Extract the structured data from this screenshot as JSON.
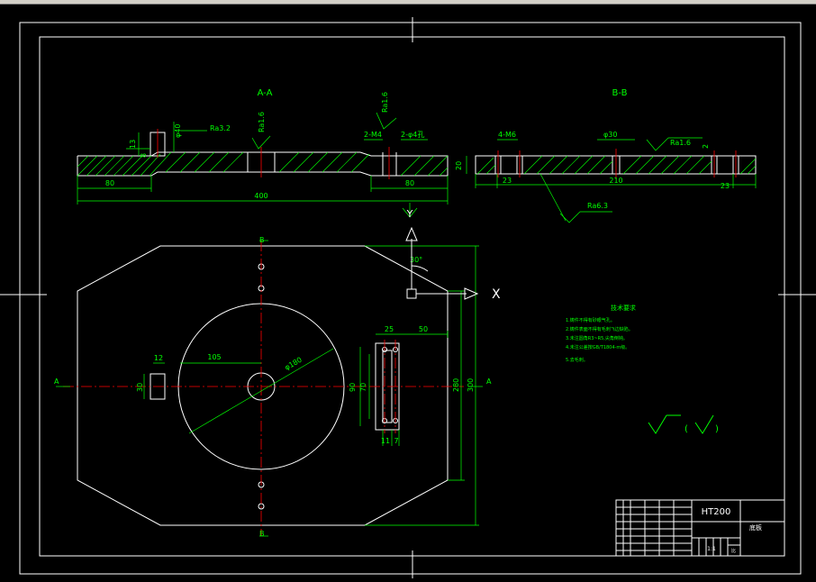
{
  "colors": {
    "background": "#000000",
    "geometry": "#ffffff",
    "dimension": "#00ff00",
    "centerline": "#ff0000",
    "hatch": "#00ff00"
  },
  "icons": {
    "ucs": "ucs-axis-icon",
    "roughness": "surface-roughness-symbol"
  },
  "views": {
    "section_aa": {
      "title": "A-A"
    },
    "section_bb": {
      "title": "B-B"
    }
  },
  "section_aa_dims": {
    "left_len": "80",
    "right_len": "80",
    "total_len": "400",
    "rough1": "Ra3.2",
    "rough2": "Ra1.6",
    "rough3": "Ra1.6",
    "hole_left": "2-M4",
    "hole_right": "2-φ4孔",
    "ht_13": "13",
    "ht_8": "8",
    "ht_20": "20",
    "ht_40": "φ40"
  },
  "section_bb_dims": {
    "hole": "4-M6",
    "dia": "φ30",
    "rough": "Ra1.6",
    "rough_bottom": "Ra6.3",
    "left": "23",
    "mid": "210",
    "right": "23",
    "gap": "2"
  },
  "plan_view": {
    "label_b_top": "B",
    "label_b_bottom": "B",
    "label_a_left": "A",
    "label_a_right": "A",
    "dim_12": "12",
    "dim_30": "30",
    "dim_105": "105",
    "dim_dia": "φ180",
    "dim_25": "25",
    "dim_50": "50",
    "dim_90": "90",
    "dim_70": "70",
    "dim_11": "11",
    "dim_7": "7",
    "dim_280": "280",
    "dim_300": "300",
    "angle_30": "30°",
    "axis_x": "X",
    "axis_y": "Y"
  },
  "tech_requirements": {
    "title": "技术要求",
    "items": [
      "1.铸件不得有砂眼气孔。",
      "2.铸件表面不得有毛刺飞边缺陷。",
      "3.未注圆角R3~R5,尖角倒钝。",
      "4.未注公差按GB/T1804-m级。",
      "5.去毛刺。"
    ]
  },
  "roughness_note": {
    "symbol_text": "(",
    "close_text": ")"
  },
  "title_block": {
    "material": "HT200",
    "part_name": "底板",
    "scale": "1:1",
    "extra": "比"
  }
}
